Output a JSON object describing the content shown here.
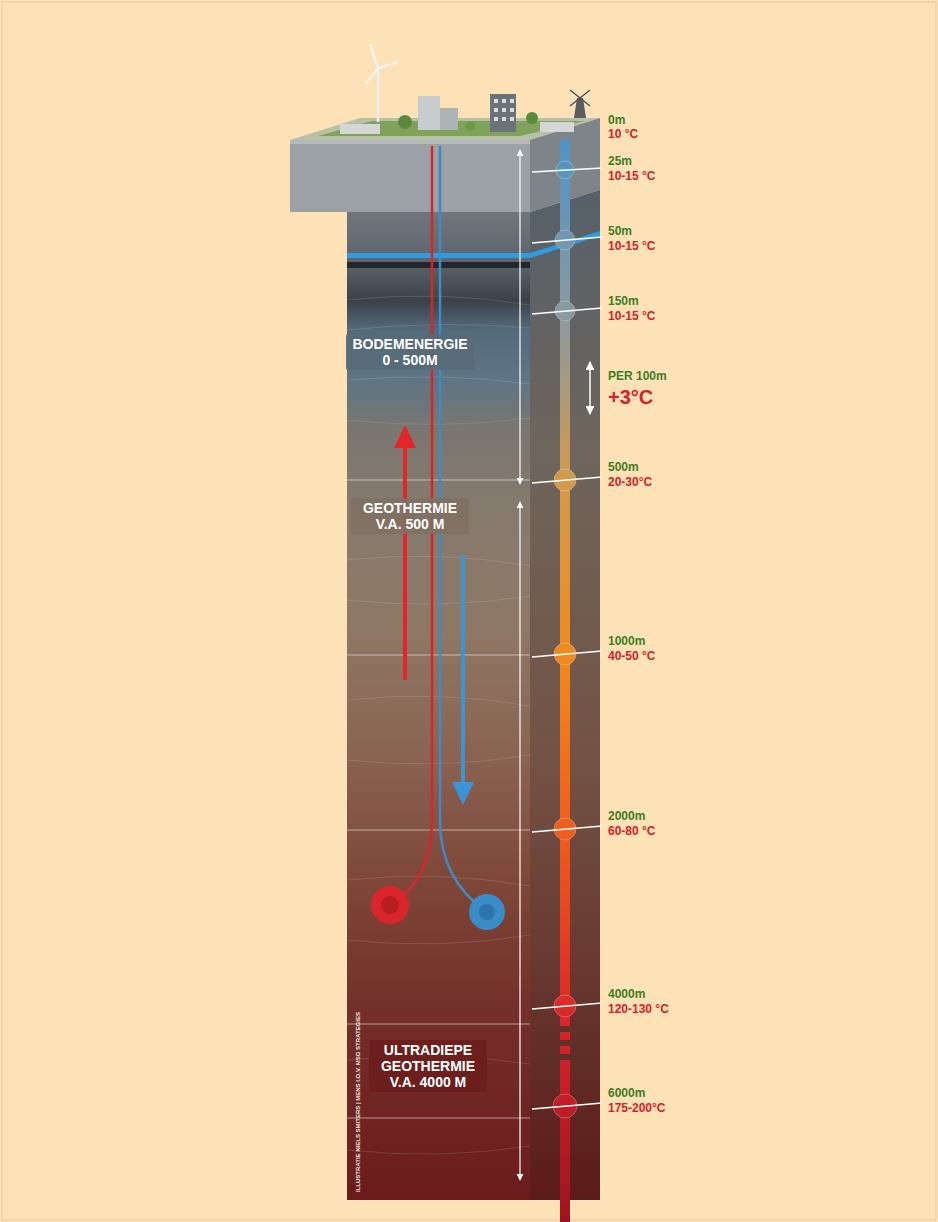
{
  "diagram": {
    "labels": [
      "0m",
      "10 °C",
      "25m",
      "10-15 °C",
      "50m",
      "10-15 °C",
      "150m",
      "10-15 °C",
      "PER 100m",
      "+3°C",
      "500m",
      "20-30°C",
      "1000m",
      "40-50 °C",
      "2000m",
      "60-80 °C",
      "4000m",
      "120-130 °C",
      "6000m",
      "175-200°C",
      "BODEMENERGIE 0 - 500M",
      "GEOTHERMIE V.A. 500 M",
      "ULTRADIEPE GEOTHERMIE V.A. 4000 M",
      "ILLUSTRATIE NIELS SMITERS | MENS I.O.V. MSG STRATEGIES"
    ]
  }
}
